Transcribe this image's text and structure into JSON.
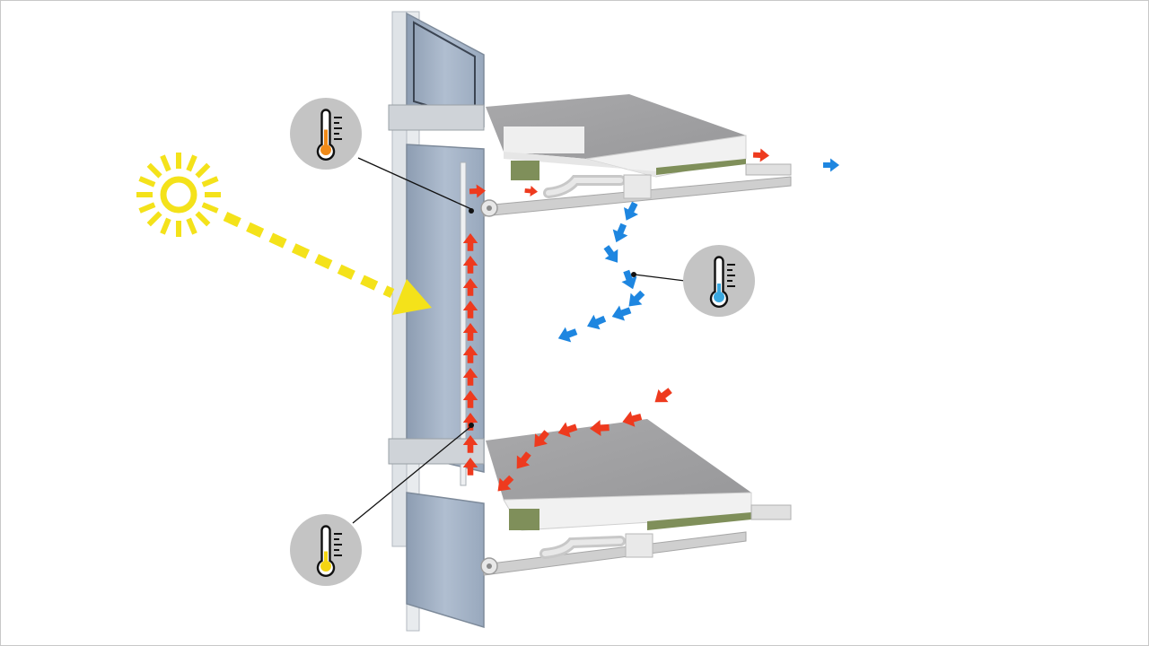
{
  "diagram": {
    "title": "",
    "colors": {
      "sun": "#f4e21a",
      "warm_air": "#ee3a1e",
      "cool_air": "#1e86e0",
      "glass": "#a8b8cc",
      "frame": "#d8dde2",
      "slab_top": "#a3a3a5",
      "slab_side": "#eeeeee",
      "insulation": "#7f8f5a",
      "badge": "#c4c4c4"
    },
    "sensors": [
      {
        "name": "thermometer-warm",
        "icon": "thermometer-icon",
        "level_color": "#f08a18",
        "level_fraction": 0.55
      },
      {
        "name": "thermometer-cool",
        "icon": "thermometer-icon",
        "level_color": "#3aa8e0",
        "level_fraction": 0.3
      },
      {
        "name": "thermometer-sun",
        "icon": "thermometer-icon",
        "level_color": "#f4d512",
        "level_fraction": 0.35
      }
    ]
  }
}
